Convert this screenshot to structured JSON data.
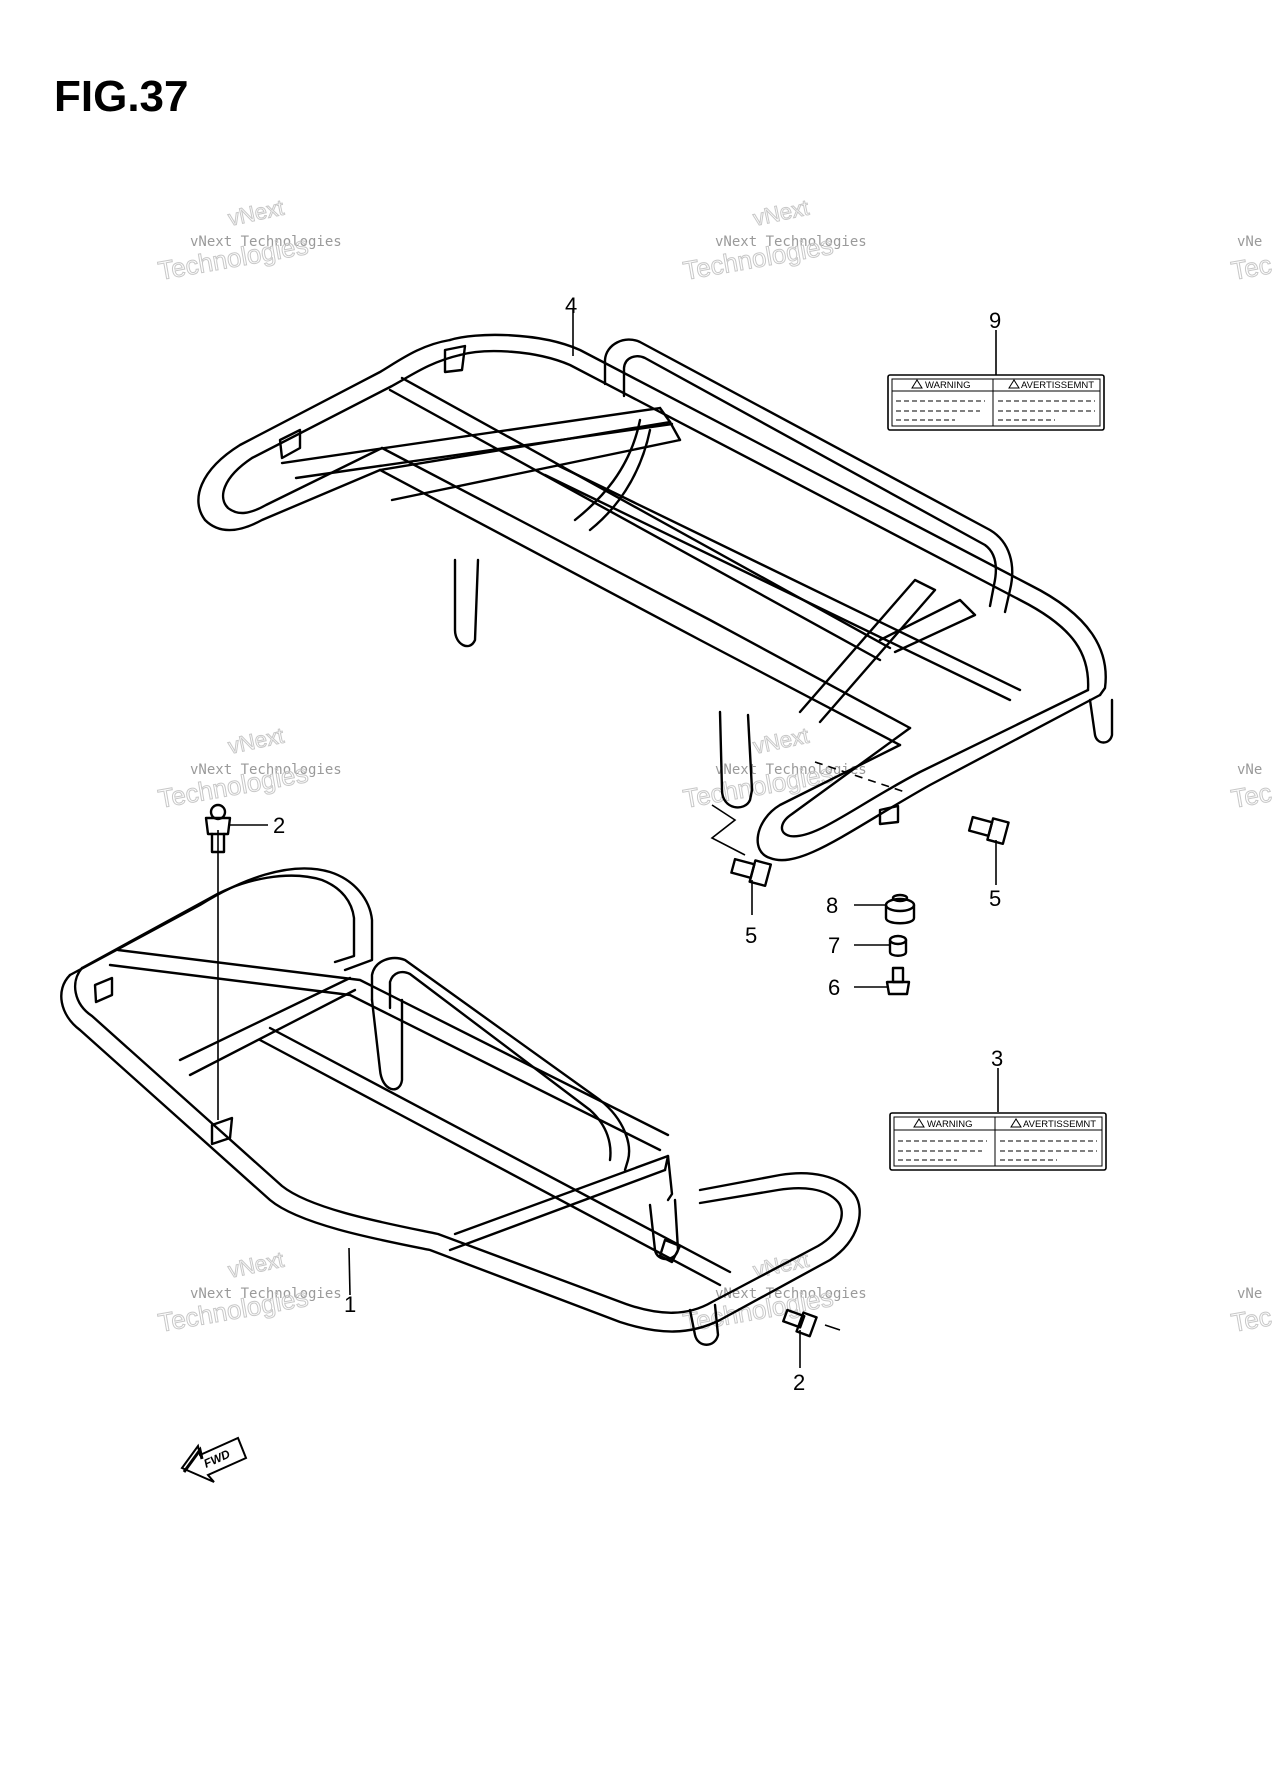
{
  "figure": {
    "title": "FIG.37"
  },
  "callouts": [
    {
      "id": "c4",
      "text": "4"
    },
    {
      "id": "c9",
      "text": "9"
    },
    {
      "id": "c2a",
      "text": "2"
    },
    {
      "id": "c5a",
      "text": "5"
    },
    {
      "id": "c5b",
      "text": "5"
    },
    {
      "id": "c8",
      "text": "8"
    },
    {
      "id": "c7",
      "text": "7"
    },
    {
      "id": "c6",
      "text": "6"
    },
    {
      "id": "c3",
      "text": "3"
    },
    {
      "id": "c1",
      "text": "1"
    },
    {
      "id": "c2b",
      "text": "2"
    }
  ],
  "labels": {
    "warning": "WARNING",
    "avertissement": "AVERTISSEMNT"
  },
  "fwd_arrow": {
    "text": "FWD"
  },
  "watermark": {
    "brand": "vNext",
    "full": "vNext Technologies",
    "word": "Technologies",
    "cut_full": "vNe",
    "cut_word": "Tec"
  }
}
